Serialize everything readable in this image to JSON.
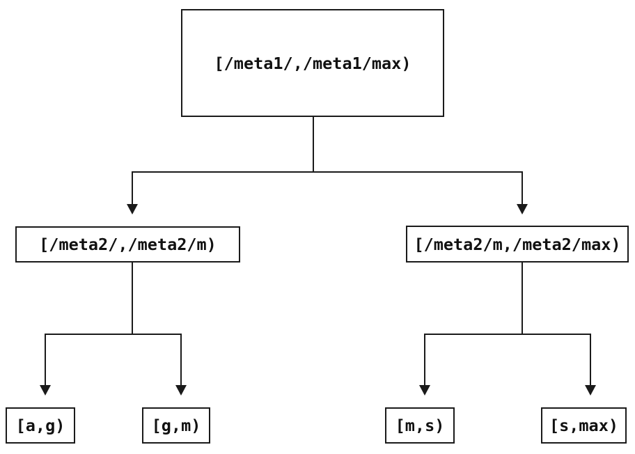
{
  "diagram": {
    "type": "tree",
    "nodes": {
      "root": {
        "label": "[/meta1/,/meta1/max)"
      },
      "left": {
        "label": "[/meta2/,/meta2/m)"
      },
      "right": {
        "label": "[/meta2/m,/meta2/max)"
      },
      "leaf_ag": {
        "label": "[a,g)"
      },
      "leaf_gm": {
        "label": "[g,m)"
      },
      "leaf_ms": {
        "label": "[m,s)"
      },
      "leaf_smax": {
        "label": "[s,max)"
      }
    },
    "edges": [
      {
        "from": "root",
        "to": "left"
      },
      {
        "from": "root",
        "to": "right"
      },
      {
        "from": "left",
        "to": "leaf_ag"
      },
      {
        "from": "left",
        "to": "leaf_gm"
      },
      {
        "from": "right",
        "to": "leaf_ms"
      },
      {
        "from": "right",
        "to": "leaf_smax"
      }
    ],
    "colors": {
      "line": "#1a1a1a",
      "text": "#111111",
      "background": "#ffffff"
    }
  }
}
